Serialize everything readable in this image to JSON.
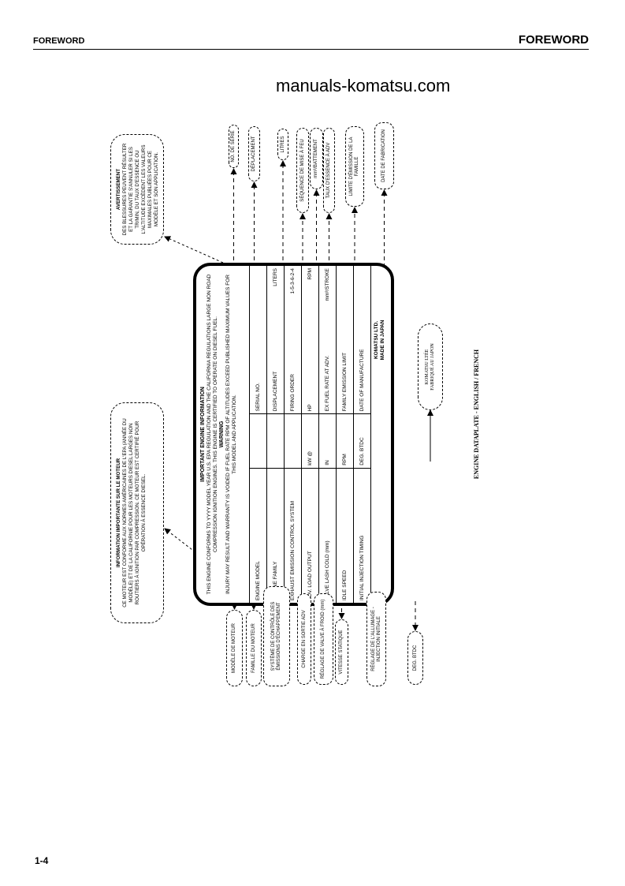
{
  "header": {
    "left": "FOREWORD",
    "right": "FOREWORD"
  },
  "footer": {
    "page": "1-4"
  },
  "watermark": "manuals-komatsu.com",
  "plate": {
    "title": "IMPORTANT ENGINE INFORMATION",
    "conformity": "THIS ENGINE CONFORMS TO YYYY MODEL YEAR U.S. EPA REGULATION AND THE CALIFORNIA REGULATIONS LARGE NON ROAD COMPRESSION IGNITION ENGINES. THIS ENGINE IS CERTIFIED TO OPERATE ON DIESEL FUEL.",
    "warning_title": "WARNING",
    "warning": "INJURY MAY RESULT AND WARRANTY IS VOIDED IF FUEL RATE RPM OF ALTITUDES EXCEED PUBLISHED MAXIMUM VALUES FOR THIS MODEL AND APPLICATION.",
    "rows": [
      [
        "ENGINE MODEL",
        "",
        "SERIAL NO.",
        ""
      ],
      [
        "ENGINE FAMILY",
        "",
        "DISPLACEMENT",
        "LITERS"
      ],
      [
        "EXHAUST EMISSION CONTROL SYSTEM",
        "",
        "FIRING ORDER",
        "1-5-3-6-2-4"
      ],
      [
        "ADV. LOAD OUTPUT",
        "kW @",
        "HP",
        "RPM"
      ],
      [
        "VALVE LASH COLD (mm)",
        "IN",
        "EX   FUEL RATE AT ADV.",
        "mm³/STROKE"
      ],
      [
        "IDLE SPEED",
        "RPM",
        "FAMILY EMISSION LIMIT",
        ""
      ],
      [
        "INITIAL INJECTION TIMING",
        "DEG. BTDC",
        "DATE OF MANUFACTURE",
        ""
      ]
    ],
    "maker": "KOMATSU LTD.",
    "made_in": "MADE IN JAPAN"
  },
  "callouts_top": [
    "NO. DE SÉRIE",
    "DÉPLACEMENT",
    "LITRES",
    "SÉQUENCE DE MISE À FEU",
    "mm³/BATTEMENT",
    "TAUX D'ESSENCE À ADV",
    "LIMITE D'ÉMISSION DE LA FAMILLE",
    "DATE DE FABRICATION"
  ],
  "callouts_bottom": [
    "MODÈLE DE MOTEUR",
    "FAMILLE DU MOTEUR",
    "SYSTÈME DE CONTRÔLE DES ÉMISSIONS D'ÉCHAPPEMENT",
    "CHARGE EN SORTIE ADV",
    "RÉGLAGE DE VALVE À FROID (mm)",
    "VITESSE STATIQUE",
    "RÉGLAGE DE L'ALLUMAGE - INJECTION INITIALE",
    "DEG. BTDC"
  ],
  "info_fr": {
    "title": "INFORMATION IMPORTANTE SUR LE MOTEUR",
    "text": "CE MOTEUR EST CONFORME AUX NORMES AMÉRICAINES DE L'EPA (ANNÉE DU MODÈLE) ET DE LA CALIFORNIE POUR LES MOTEURS DIESEL LARGES NON ROUTIERS À IGNITION PAR COMPRESSION. CE MOTEUR EST CERTIFIÉ POUR OPÉRATION À ESSENCE DIESEL."
  },
  "warning_fr": {
    "title": "AVERTISSEMENT",
    "text": "DES BLESSURES PEUVENT RÉSULTER ET LA GARANTIE S'ANNULER SI LES TR/MIN, DU TAUX D'ESSENCE OU L'ALTITUDE EXCÈDENT LES VALEURS MAXIMALES PUBLIÉES POUR CE MODÈLE ET SON APPLICATION."
  },
  "maker_fr": {
    "line1": "KOMATSU LTÉE",
    "line2": "FABRIQUÉ AU JAPON"
  },
  "caption": "ENGINE DATAPLATE - ENGLISH / FRENCH"
}
